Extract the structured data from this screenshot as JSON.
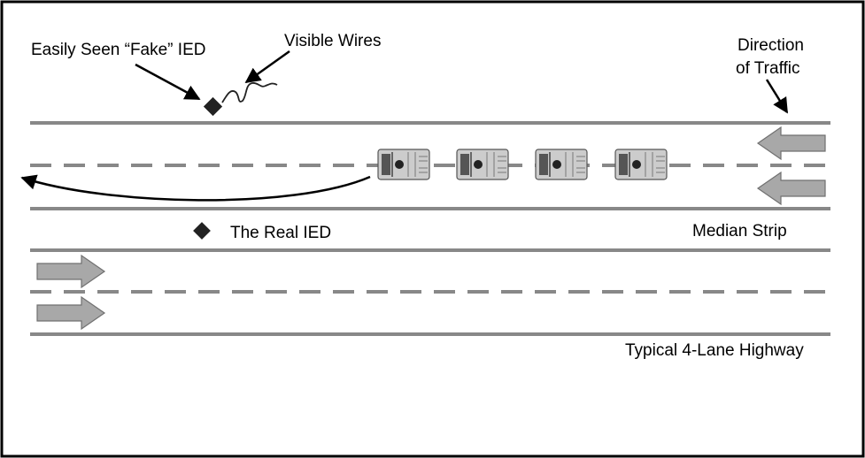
{
  "labels": {
    "fake_ied": "Easily Seen “Fake” IED",
    "visible_wires": "Visible Wires",
    "direction_line1": "Direction",
    "direction_line2": "of Traffic",
    "real_ied": "The Real IED",
    "median_strip": "Median Strip",
    "highway_type": "Typical 4-Lane Highway"
  },
  "colors": {
    "road_line": "#888888",
    "arrow_fill": "#a8a8a8",
    "arrow_stroke": "#707070",
    "vehicle_fill": "#cccccc",
    "marker": "#222222",
    "text": "#000000"
  },
  "vehicle_count": 4
}
